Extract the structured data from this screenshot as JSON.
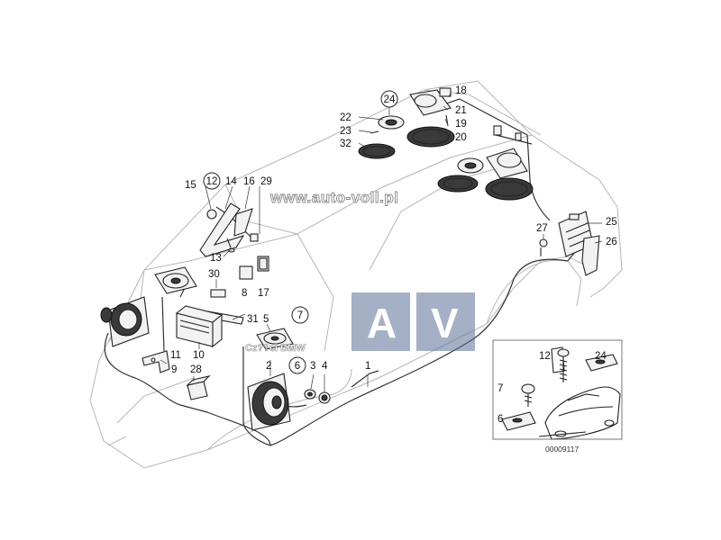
{
  "watermarks": {
    "site": "www.auto-voll.pl",
    "brand": "Cz??ci BMW",
    "logo_left": "A",
    "logo_right": "V",
    "logo_color": "#5a6f95"
  },
  "diagram_id": "00009117",
  "labels": {
    "l1": "1",
    "l2": "2",
    "l3": "3",
    "l4": "4",
    "l5": "5",
    "l6": "6",
    "l7": "7",
    "l8": "8",
    "l9": "9",
    "l10": "10",
    "l11": "11",
    "l12": "12",
    "l13": "13",
    "l14": "14",
    "l15": "15",
    "l16": "16",
    "l17": "17",
    "l18": "18",
    "l19": "19",
    "l20": "20",
    "l21": "21",
    "l22": "22",
    "l23": "23",
    "l24": "24",
    "l25": "25",
    "l26": "26",
    "l27": "27",
    "l28": "28",
    "l29": "29",
    "l30": "30",
    "l31": "31",
    "l32": "32",
    "i12": "12",
    "i24": "24",
    "i7": "7",
    "i6": "6"
  }
}
